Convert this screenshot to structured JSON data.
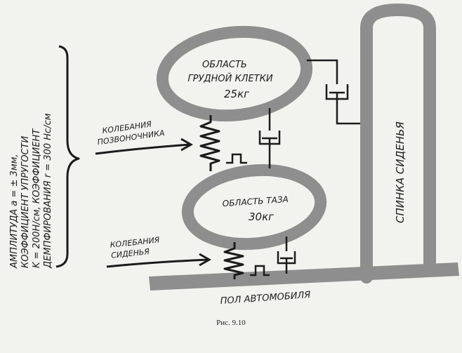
{
  "labels": {
    "chest_region_line1": "ОБЛАСТЬ",
    "chest_region_line2": "ГРУДНОЙ КЛЕТКИ",
    "chest_mass": "25кг",
    "pelvis_region": "ОБЛАСТЬ ТАЗА",
    "pelvis_mass": "30кг",
    "spine_vibration_line1": "КОЛЕБАНИЯ",
    "spine_vibration_line2": "ПОЗВОНОЧНИКА",
    "seat_vibration_line1": "КОЛЕБАНИЯ",
    "seat_vibration_line2": "СИДЕНЬЯ",
    "seat_back": "СПИНКА СИДЕНЬЯ",
    "car_floor": "ПОЛ АВТОМОБИЛЯ",
    "params_line1": "АМПЛИТУДА  a = ± 3мм,",
    "params_line2": "КОЭФФИЦИЕНТ УПРУГОСТИ",
    "params_line3": "K = 200Н/см, КОЭФФИЦИЕНТ",
    "params_line4": "ДЕМПФИРОВАНИЯ  r = 300 Нс/см"
  },
  "caption": "Рис. 9.10",
  "colors": {
    "paper": "#f2f2ef",
    "body_fill": "#8e8e8e",
    "line": "#1b1b1b"
  }
}
